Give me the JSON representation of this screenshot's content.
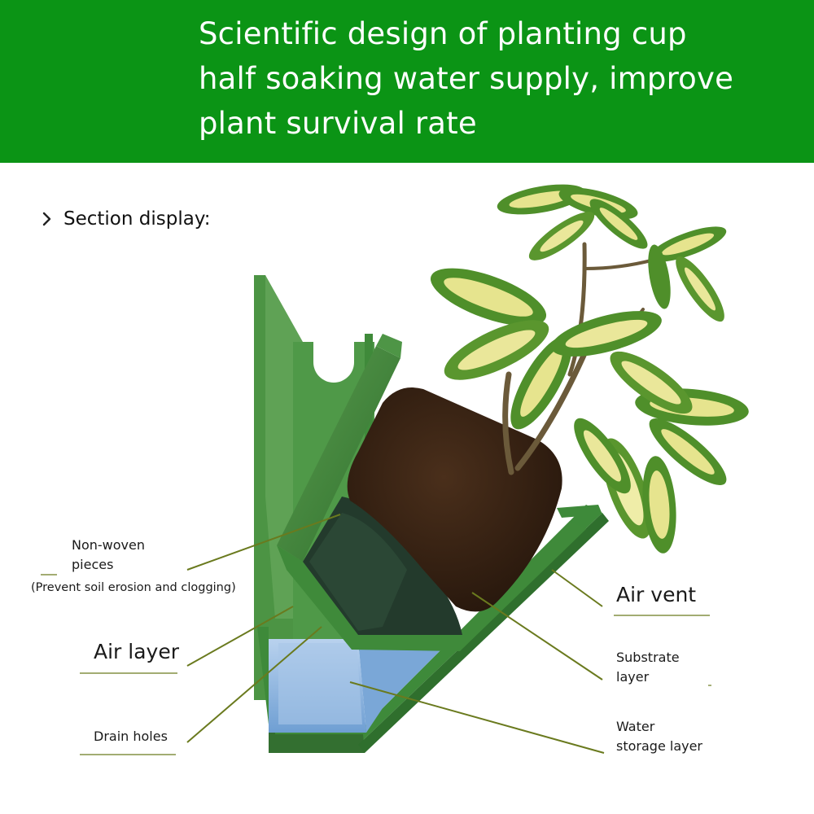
{
  "header": {
    "title_lines": [
      "Scientific design of planting cup",
      "half soaking water supply, improve",
      "plant survival rate"
    ]
  },
  "section": {
    "label": "Section display:",
    "icon": "chevron-right-icon"
  },
  "labels": {
    "non_woven_1": "Non-woven",
    "non_woven_2": "pieces",
    "non_woven_note": "(Prevent soil erosion and clogging)",
    "air_layer": "Air layer",
    "drain_holes": "Drain holes",
    "air_vent": "Air vent",
    "substrate_1": "Substrate",
    "substrate_2": "layer",
    "water_1": "Water",
    "water_2": "storage layer"
  },
  "colors": {
    "banner": "#0b9415",
    "pot_green": "#3e8a3a",
    "pot_dark": "#2f6f2d",
    "soil": "#3a2415",
    "felt": "#223a2c",
    "water": "#8fb4da",
    "leader_line": "#6a7a1e",
    "leaf_green": "#4f8f2a",
    "leaf_cream": "#e6e48e"
  }
}
